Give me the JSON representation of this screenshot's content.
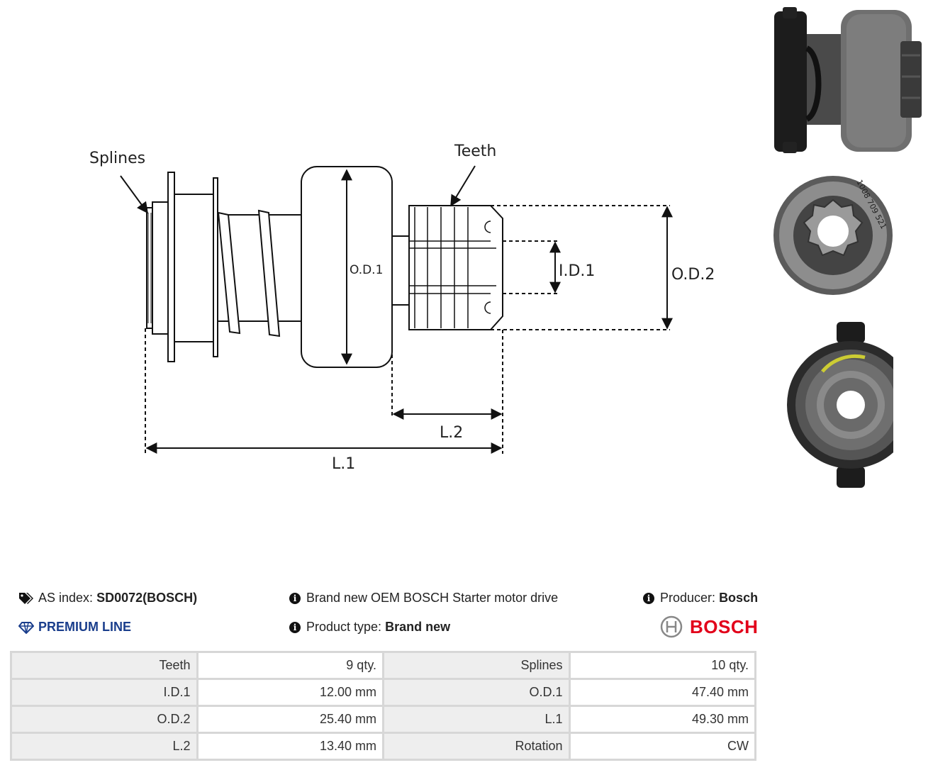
{
  "diagram": {
    "labels": {
      "splines": "Splines",
      "teeth": "Teeth",
      "od1": "O.D.1",
      "id1": "I.D.1",
      "od2": "O.D.2",
      "l2": "L.2",
      "l1": "L.1"
    }
  },
  "photos": {
    "gear_digits": "1008 709 521"
  },
  "info": {
    "as_index_label": "AS index:",
    "as_index_value": "SD0072(BOSCH)",
    "description": "Brand new OEM BOSCH Starter motor drive",
    "producer_label": "Producer:",
    "producer_value": "Bosch",
    "premium_label": "PREMIUM LINE",
    "product_type_label": "Product type:",
    "product_type_value": "Brand new",
    "brand_logo_text": "BOSCH",
    "colors": {
      "premium": "#1a3e8c",
      "bosch_red": "#e2001a"
    },
    "icons": [
      "tags-icon",
      "info-icon",
      "diamond-icon",
      "bosch-logo-icon"
    ]
  },
  "specs": {
    "rows": [
      {
        "k1": "Teeth",
        "v1": "9 qty.",
        "k2": "Splines",
        "v2": "10 qty."
      },
      {
        "k1": "I.D.1",
        "v1": "12.00 mm",
        "k2": "O.D.1",
        "v2": "47.40 mm"
      },
      {
        "k1": "O.D.2",
        "v1": "25.40 mm",
        "k2": "L.1",
        "v2": "49.30 mm"
      },
      {
        "k1": "L.2",
        "v1": "13.40 mm",
        "k2": "Rotation",
        "v2": "CW"
      }
    ]
  }
}
